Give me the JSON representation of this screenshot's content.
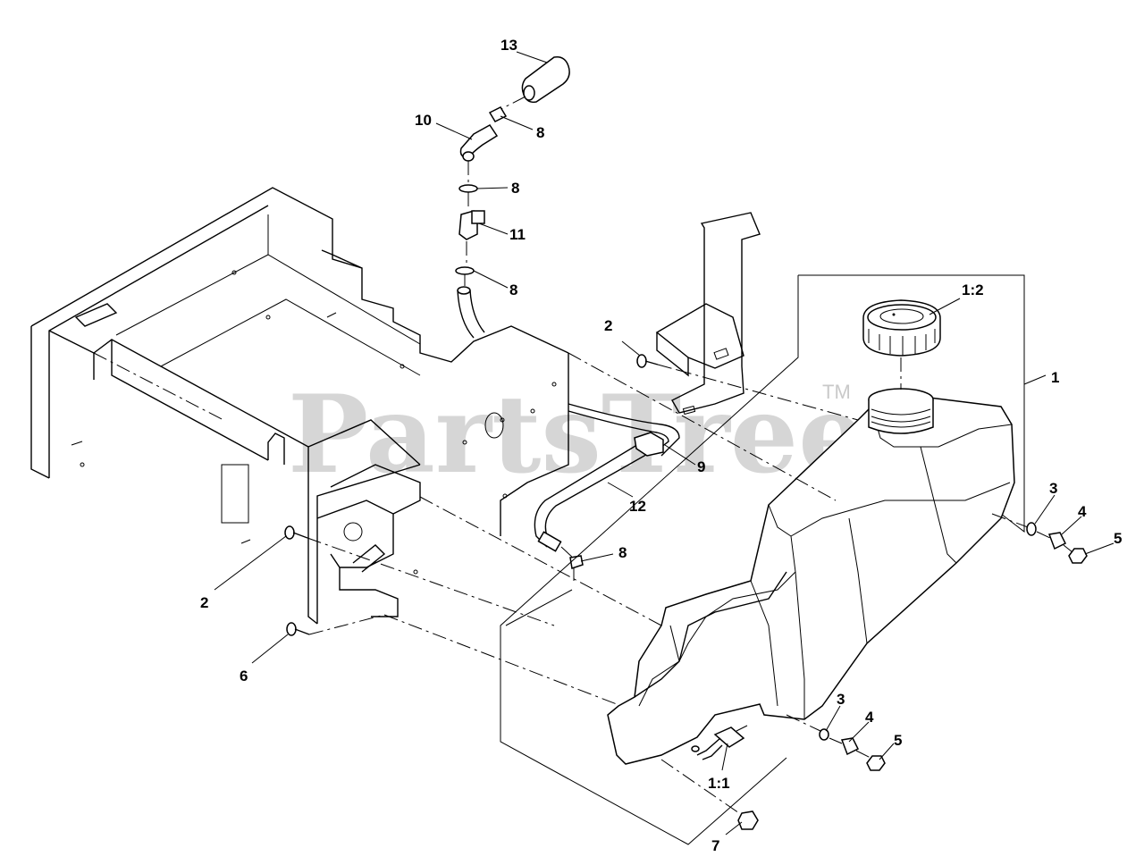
{
  "watermark": {
    "text": "PartsTree",
    "trademark": "TM"
  },
  "callouts": {
    "c13": "13",
    "c10": "10",
    "c8a": "8",
    "c8b": "8",
    "c11": "11",
    "c8c": "8",
    "c2a": "2",
    "c1_2": "1:2",
    "c1": "1",
    "c9": "9",
    "c12": "12",
    "c8d": "8",
    "c3a": "3",
    "c4a": "4",
    "c5a": "5",
    "c2b": "2",
    "c6": "6",
    "c3b": "3",
    "c4b": "4",
    "c5b": "5",
    "c1_1": "1:1",
    "c7": "7"
  }
}
